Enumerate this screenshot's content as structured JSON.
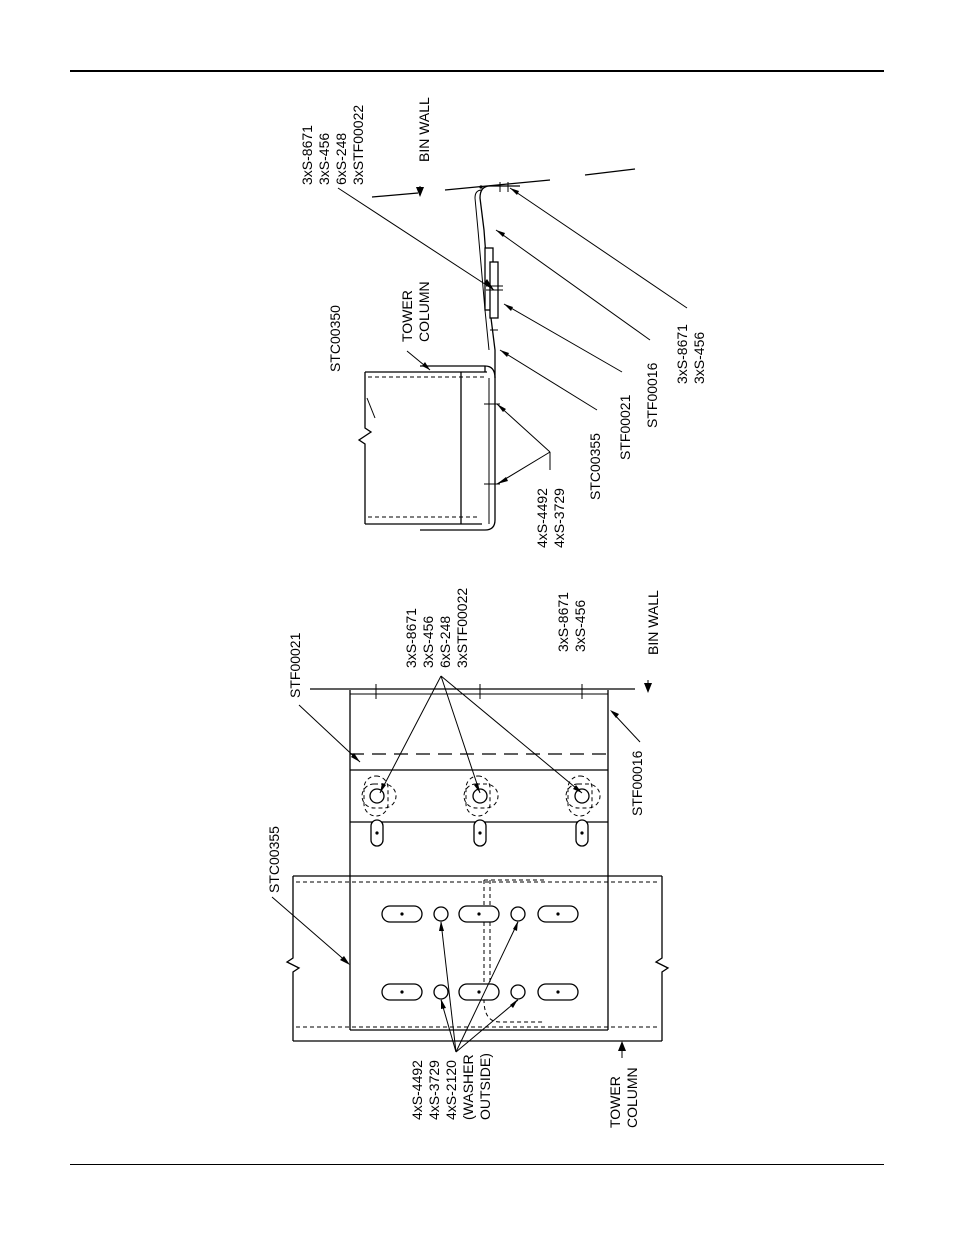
{
  "labels": {
    "sec_top_group": [
      "3xS-8671",
      "3xS-456",
      "6xS-248",
      "3xSTF00022"
    ],
    "sec_bin_wall": "BIN WALL",
    "sec_stc00350": "STC00350",
    "sec_tower_column": [
      "TOWER",
      "COLUMN"
    ],
    "sec_bolts": [
      "4xS-4492",
      "4xS-3729"
    ],
    "sec_stc00355": "STC00355",
    "sec_stf00021": "STF00021",
    "sec_stf00016": "STF00016",
    "sec_bottom_group": [
      "3xS-8671",
      "3xS-456"
    ],
    "plan_stf00021": "STF00021",
    "plan_top_group": [
      "3xS-8671",
      "3xS-456",
      "6xS-248",
      "3xSTF00022"
    ],
    "plan_right_group": [
      "3xS-8671",
      "3xS-456"
    ],
    "plan_bin_wall": "BIN WALL",
    "plan_stc00355": "STC00355",
    "plan_stf00016": "STF00016",
    "plan_bolts": [
      "4xS-4492",
      "4xS-3729",
      "4xS-2120",
      "(WASHER",
      "OUTSIDE)"
    ],
    "plan_tower_column": [
      "TOWER",
      "COLUMN"
    ]
  }
}
